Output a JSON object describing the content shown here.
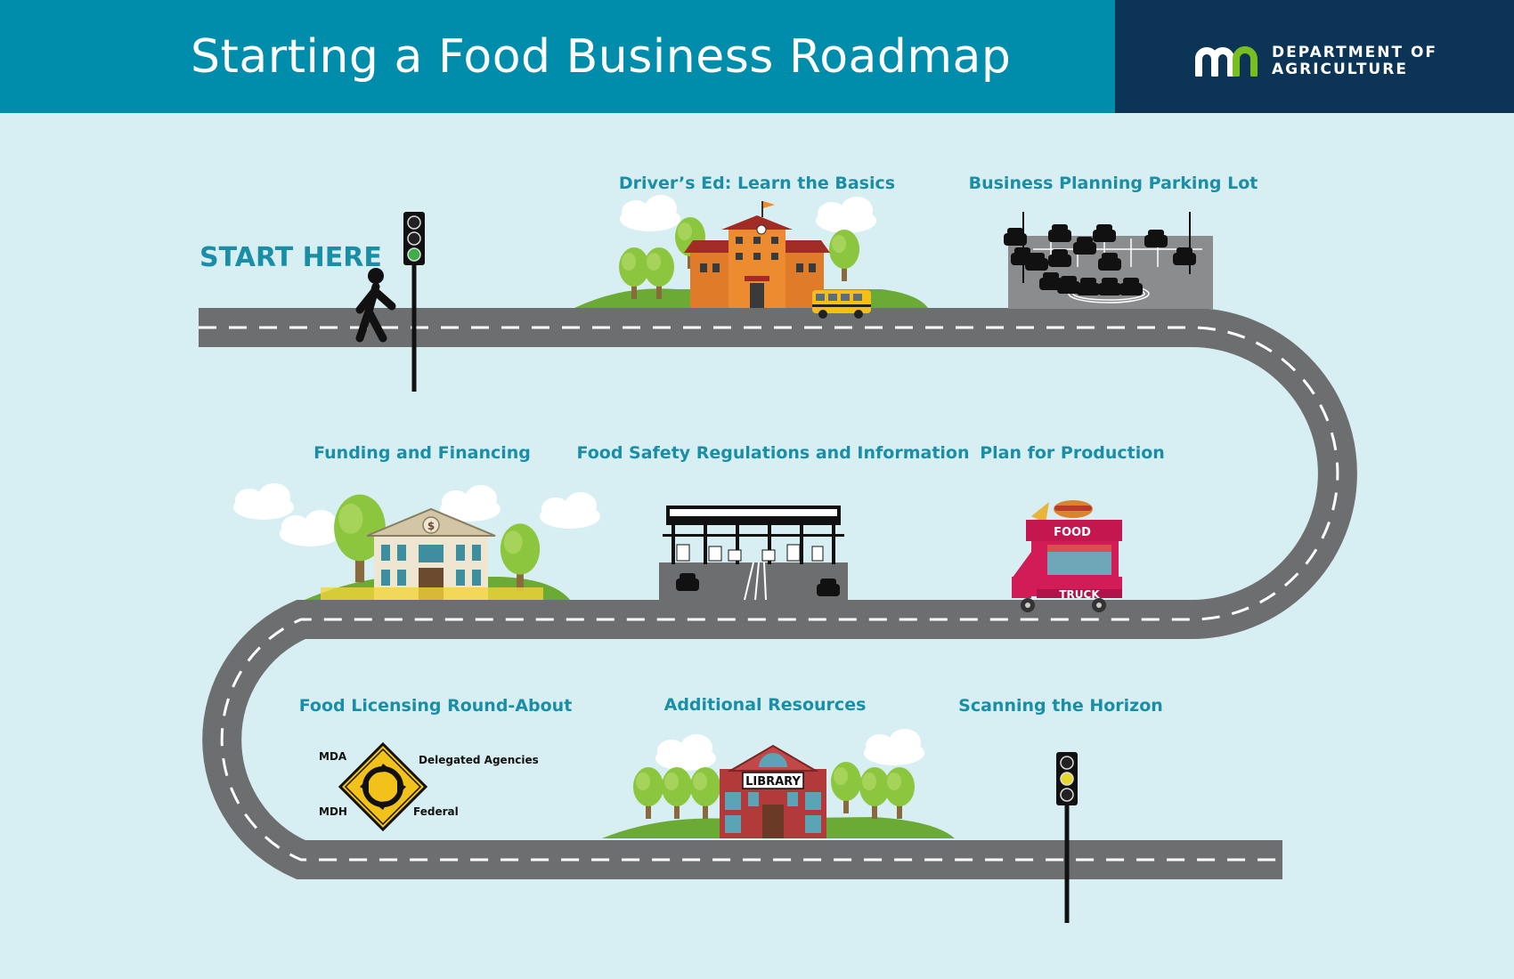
{
  "header": {
    "title": "Starting a Food Business Roadmap",
    "brand_line1": "DEPARTMENT OF",
    "brand_line2": "AGRICULTURE",
    "brand_logo": "mn"
  },
  "colors": {
    "header_bg": "#008cab",
    "brand_bg": "#0b3457",
    "background": "#d7eff2",
    "road": "#6d6e70",
    "label": "#1a8ea6",
    "logo_green": "#78be20"
  },
  "start": {
    "label": "START HERE"
  },
  "stops": {
    "drivers_ed": "Driver’s Ed: Learn the Basics",
    "parking": "Business Planning Parking Lot",
    "funding": "Funding and Financing",
    "food_safety": "Food Safety Regulations and Information",
    "production": "Plan for Production",
    "licensing": "Food Licensing Round-About",
    "resources": "Additional Resources",
    "horizon": "Scanning the Horizon"
  },
  "roundabout": {
    "top_left": "MDA",
    "top_right": "Delegated Agencies",
    "bottom_left": "MDH",
    "bottom_right": "Federal"
  },
  "signs": {
    "bank": "$",
    "food_truck_top": "FOOD",
    "food_truck_bottom": "TRUCK",
    "library": "LIBRARY"
  },
  "icons": [
    "traffic-light-green-icon",
    "walking-person-icon",
    "school-icon",
    "school-bus-icon",
    "parking-lot-icon",
    "bank-icon",
    "toll-booth-icon",
    "food-truck-icon",
    "roundabout-sign-icon",
    "library-icon",
    "traffic-light-yellow-icon"
  ]
}
